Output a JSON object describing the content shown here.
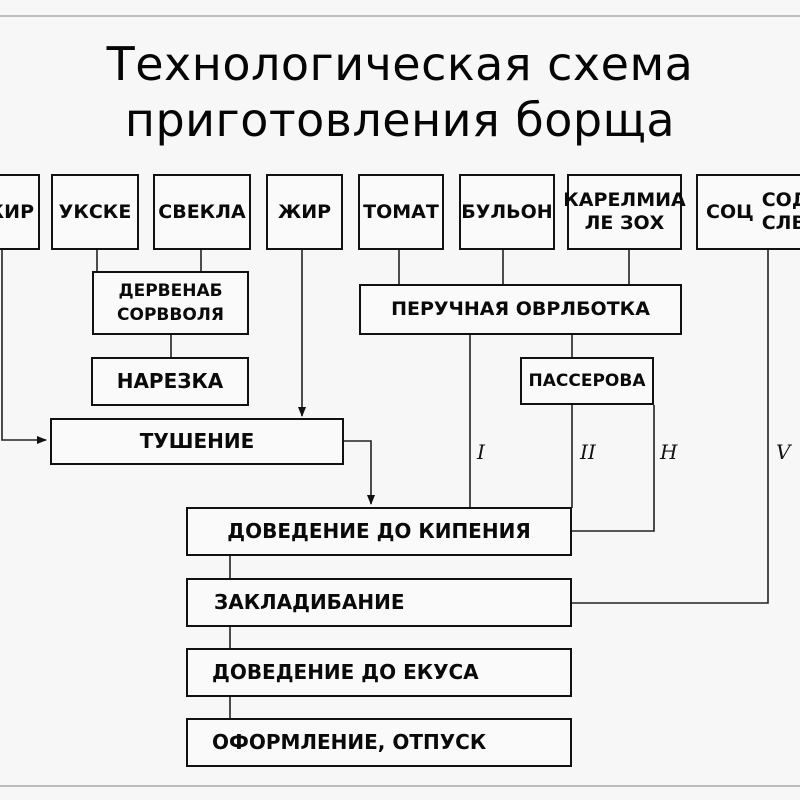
{
  "title": {
    "line1": "Технологическая схема",
    "line2": "приготовления борща"
  },
  "ingredients": [
    {
      "label": "Жир"
    },
    {
      "label": "Укске"
    },
    {
      "label": "Свекла"
    },
    {
      "label": "Жир"
    },
    {
      "label": "Томат"
    },
    {
      "label": "Бульон"
    },
    {
      "label": "Карелмиа",
      "label2": "ле зох"
    },
    {
      "label": "Соц",
      "label_right1": "Сод",
      "label_right2": "Слв"
    }
  ],
  "processes": {
    "pre_processing": {
      "line1": "Дервенаб",
      "line2": "сорвволя"
    },
    "cutting": "Нарезка",
    "stewing": "Тушение",
    "manual_processing": "Перучная оврлботка",
    "passing": "Пассерова",
    "boiling": "Доведение до кипения",
    "adding": "Закладибание",
    "to_taste": "Доведение до екуса",
    "serving": "Оформление, отпуск"
  },
  "stream_labels": [
    "I",
    "II",
    "H",
    "V"
  ]
}
